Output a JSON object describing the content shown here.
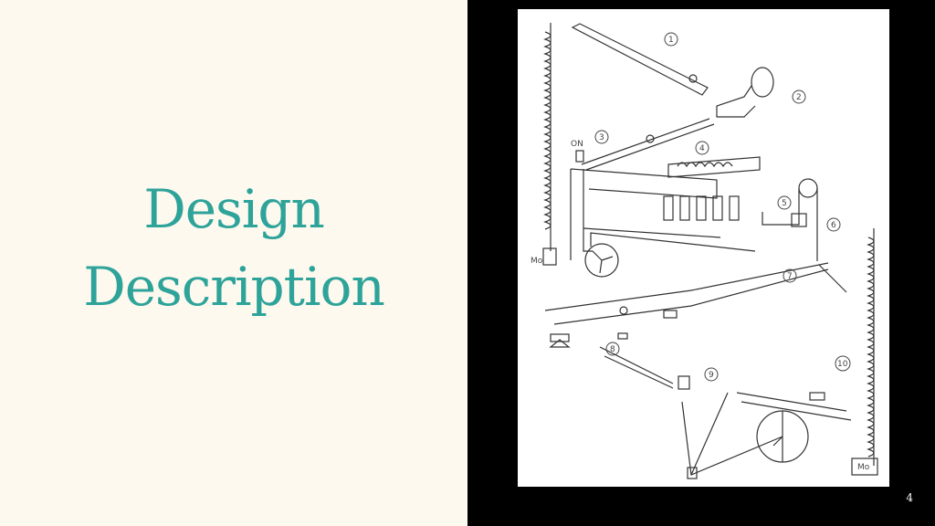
{
  "slide": {
    "title_line1": "Design",
    "title_line2": "Description",
    "page_number": "4"
  },
  "sketch": {
    "step_numbers": [
      "1",
      "2",
      "3",
      "4",
      "5",
      "6",
      "7",
      "8",
      "9",
      "10"
    ],
    "handwritten_labels": {
      "motor_left": "Mo",
      "motor_right": "Mo",
      "switch_on": "ON"
    }
  },
  "colors": {
    "left_background": "#fdf9ee",
    "title_color": "#2ea39a",
    "right_background": "#000000",
    "sketch_paper": "#ffffff"
  }
}
